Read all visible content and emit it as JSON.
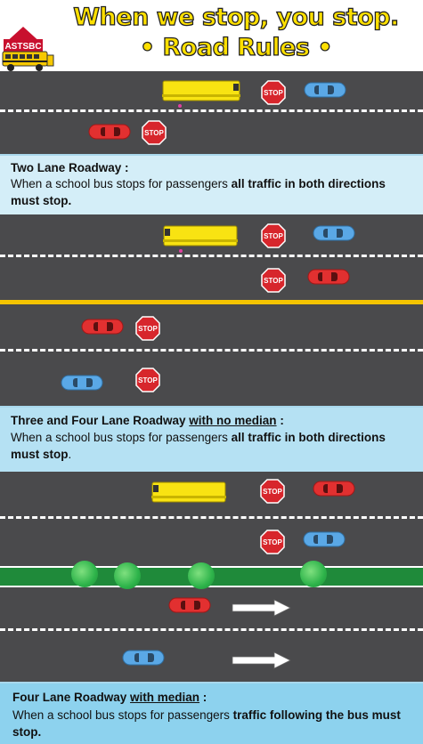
{
  "header": {
    "title_line1": "When we stop, you stop.",
    "title_line2": "• Road Rules •",
    "logo_text": "ASTSBC"
  },
  "stop_sign_text": "STOP",
  "panels": [
    {
      "heading": "Two Lane Roadway :",
      "body_plain": "When a school bus stops for passengers ",
      "body_bold": "all traffic in both directions must stop."
    },
    {
      "heading_plain": "Three and Four Lane Roadway ",
      "heading_underlined": "with no median",
      "heading_suffix": " :",
      "body_plain": "When a school bus stops for passengers ",
      "body_bold": "all traffic in both directions must stop",
      "body_suffix": "."
    },
    {
      "heading_plain": "Four Lane Roadway ",
      "heading_underlined": "with median",
      "heading_suffix": " :",
      "body_plain": "When a school bus stops for passengers ",
      "body_bold": "traffic following the bus must stop."
    }
  ],
  "colors": {
    "road": "#4a4a4c",
    "title_yellow": "#ffe000",
    "bus_yellow": "#f8e312",
    "car_red": "#e23030",
    "car_blue": "#5aa8e6",
    "stop_red": "#d7262c",
    "median_green": "#1f8a3a"
  }
}
